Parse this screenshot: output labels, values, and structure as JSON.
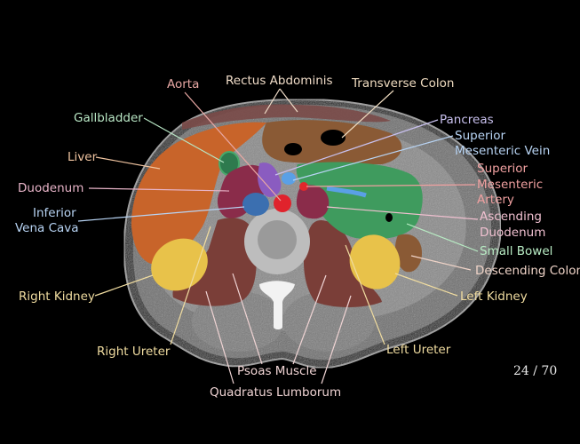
{
  "figure": {
    "title": "Axial CT Abdomen - Labeled Anatomy",
    "slice_counter": "24 / 70"
  },
  "colors": {
    "background": "#000000",
    "liver": "#c8642a",
    "gallbladder": "#2e7a4e",
    "duodenum": "#8a2c4a",
    "ivc": "#3b6fb0",
    "aorta": "#e0232c",
    "pancreas": "#8a5cc0",
    "smv": "#5aa0e6",
    "sma": "#e0282c",
    "small_bowel": "#3f9b5e",
    "colon": "#8a5a35",
    "kidney": "#e8c24a",
    "psoas": "#7a3e38",
    "rectus": "#7a4a48"
  },
  "labels": [
    {
      "id": "aorta",
      "text": "Aorta",
      "color": "#e8a8a4"
    },
    {
      "id": "rectus-abdominis",
      "text": "Rectus Abdominis",
      "color": "#f0dcc8"
    },
    {
      "id": "transverse-colon",
      "text": "Transverse Colon",
      "color": "#f0dcc0"
    },
    {
      "id": "gallbladder",
      "text": "Gallbladder",
      "color": "#b8e6c4"
    },
    {
      "id": "pancreas",
      "text": "Pancreas",
      "color": "#c8c0ee"
    },
    {
      "id": "smv-line1",
      "text": "Superior",
      "color": "#b8d4f4"
    },
    {
      "id": "smv-line2",
      "text": "Mesenteric Vein",
      "color": "#b8d4f4"
    },
    {
      "id": "liver",
      "text": "Liver",
      "color": "#f0c4a0"
    },
    {
      "id": "sma-line1",
      "text": "Superior",
      "color": "#f0a0a0"
    },
    {
      "id": "sma-line2",
      "text": "Mesenteric",
      "color": "#f0a0a0"
    },
    {
      "id": "sma-line3",
      "text": "Artery",
      "color": "#f0a0a0"
    },
    {
      "id": "duodenum",
      "text": "Duodenum",
      "color": "#e8b4c8"
    },
    {
      "id": "ivc-line1",
      "text": "Inferior",
      "color": "#b8d4f4"
    },
    {
      "id": "ivc-line2",
      "text": "Vena Cava",
      "color": "#b8d4f4"
    },
    {
      "id": "asc-duodenum-line1",
      "text": "Ascending",
      "color": "#f0c0d0"
    },
    {
      "id": "asc-duodenum-line2",
      "text": "Duodenum",
      "color": "#f0c0d0"
    },
    {
      "id": "small-bowel",
      "text": "Small Bowel",
      "color": "#b8ecc4"
    },
    {
      "id": "descending-colon",
      "text": "Descending Colon",
      "color": "#f0d4c8"
    },
    {
      "id": "right-kidney",
      "text": "Right Kidney",
      "color": "#f0dca0"
    },
    {
      "id": "left-kidney",
      "text": "Left Kidney",
      "color": "#f0dca0"
    },
    {
      "id": "right-ureter",
      "text": "Right Ureter",
      "color": "#f0dca0"
    },
    {
      "id": "left-ureter",
      "text": "Left Ureter",
      "color": "#f0dca0"
    },
    {
      "id": "psoas-muscle",
      "text": "Psoas Muscle",
      "color": "#f0d4d4"
    },
    {
      "id": "quadratus-lumborum",
      "text": "Quadratus Lumborum",
      "color": "#f0d4d4"
    }
  ]
}
